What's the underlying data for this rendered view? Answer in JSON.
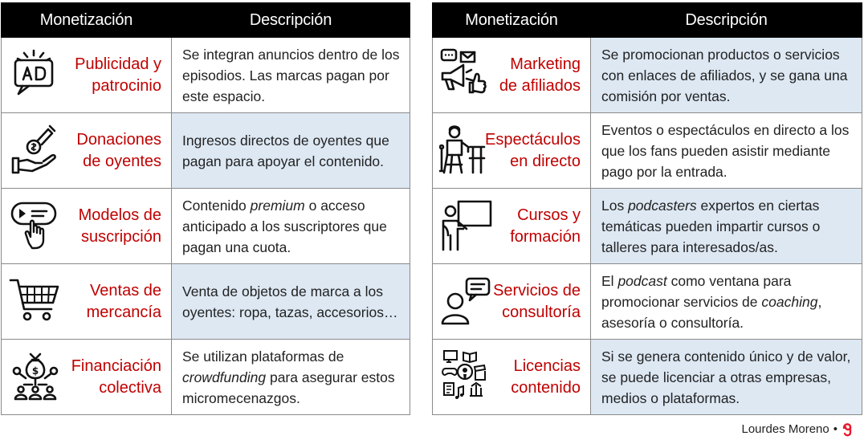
{
  "headers": {
    "monetization": "Monetización",
    "description": "Descripción"
  },
  "left": [
    {
      "icon": "ad-screen-icon",
      "title": "Publicidad y\npatrocinio",
      "desc": [
        {
          "t": "Se integran anuncios dentro de los episodios. Las marcas pagan por este espacio."
        }
      ],
      "shade": false
    },
    {
      "icon": "donation-hand-icon",
      "title": "Donaciones\nde oyentes",
      "desc": [
        {
          "t": "Ingresos directos de oyentes que pagan para apoyar el contenido."
        }
      ],
      "shade": true
    },
    {
      "icon": "subscription-click-icon",
      "title": "Modelos de\nsuscripción",
      "desc": [
        {
          "t": "Contenido "
        },
        {
          "t": "premium",
          "i": true
        },
        {
          "t": " o acceso anticipado a los suscriptores que pagan una cuota."
        }
      ],
      "shade": false
    },
    {
      "icon": "shopping-cart-icon",
      "title": "Ventas de\nmercancía",
      "desc": [
        {
          "t": "Venta de objetos de marca a los oyentes: ropa, tazas, accesorios…"
        }
      ],
      "shade": true
    },
    {
      "icon": "crowdfunding-icon",
      "title": "Financiación\ncolectiva",
      "desc": [
        {
          "t": "Se utilizan plataformas de "
        },
        {
          "t": "crowdfunding",
          "i": true
        },
        {
          "t": " para asegurar estos micromecenazgos."
        }
      ],
      "shade": false
    }
  ],
  "right": [
    {
      "icon": "affiliate-marketing-icon",
      "title": "Marketing\nde afiliados",
      "desc": [
        {
          "t": "Se promocionan productos o servicios con enlaces de afiliados, y se gana una comisión por ventas."
        }
      ],
      "shade": true
    },
    {
      "icon": "live-show-icon",
      "title": "Espectáculos\nen directo",
      "desc": [
        {
          "t": "Eventos o espectáculos en directo a los que los fans pueden asistir mediante pago por la entrada."
        }
      ],
      "shade": false
    },
    {
      "icon": "teacher-board-icon",
      "title": "Cursos y\nformación",
      "desc": [
        {
          "t": "Los "
        },
        {
          "t": "podcasters",
          "i": true
        },
        {
          "t": " expertos en ciertas temáticas pueden impartir cursos o talleres para interesados/as."
        }
      ],
      "shade": true
    },
    {
      "icon": "consulting-person-icon",
      "title": "Servicios de\nconsultoría",
      "desc": [
        {
          "t": "El "
        },
        {
          "t": "podcast",
          "i": true
        },
        {
          "t": " como ventana para promocionar servicios de "
        },
        {
          "t": "coaching",
          "i": true
        },
        {
          "t": ", asesoría o consultoría."
        }
      ],
      "shade": false
    },
    {
      "icon": "content-licensing-icon",
      "title": "Licencias\ncontenido",
      "desc": [
        {
          "t": "Si se genera contenido único y de valor, se puede licenciar a otras empresas, medios o plataformas."
        }
      ],
      "shade": true
    }
  ],
  "credit": {
    "author": "Lourdes Moreno",
    "separator": "•",
    "logo": "lm-logo-icon"
  },
  "colors": {
    "header_bg": "#000000",
    "title_red": "#c00000",
    "shade": "#dde8f3",
    "logo_red": "#e8192c"
  }
}
